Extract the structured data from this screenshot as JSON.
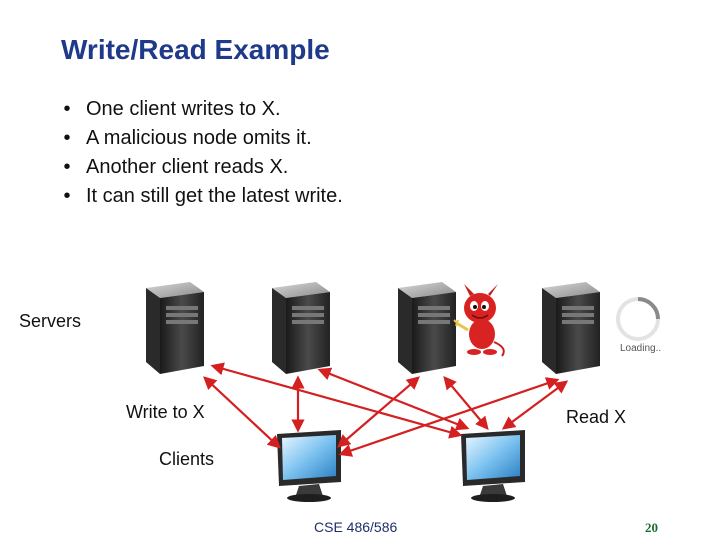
{
  "slide": {
    "title": "Write/Read Example",
    "bullets": [
      "One client writes to X.",
      "A malicious node omits it.",
      "Another client reads X.",
      "It can still get the latest write."
    ],
    "bullet_marker": "•"
  },
  "diagram": {
    "servers_label": "Servers",
    "write_label": "Write to X",
    "read_label": "Read X",
    "clients_label": "Clients",
    "loading_text": "Loading..",
    "icons": [
      "server-icon",
      "server-icon",
      "server-icon",
      "server-icon",
      "devil-mascot-icon",
      "monitor-icon",
      "monitor-icon",
      "loading-spinner-icon"
    ],
    "arrow_color": "#d42020"
  },
  "footer": {
    "course": "CSE 486/586",
    "page_number": "20"
  },
  "colors": {
    "title": "#1f3a8a",
    "page_number": "#1b6e2e"
  }
}
